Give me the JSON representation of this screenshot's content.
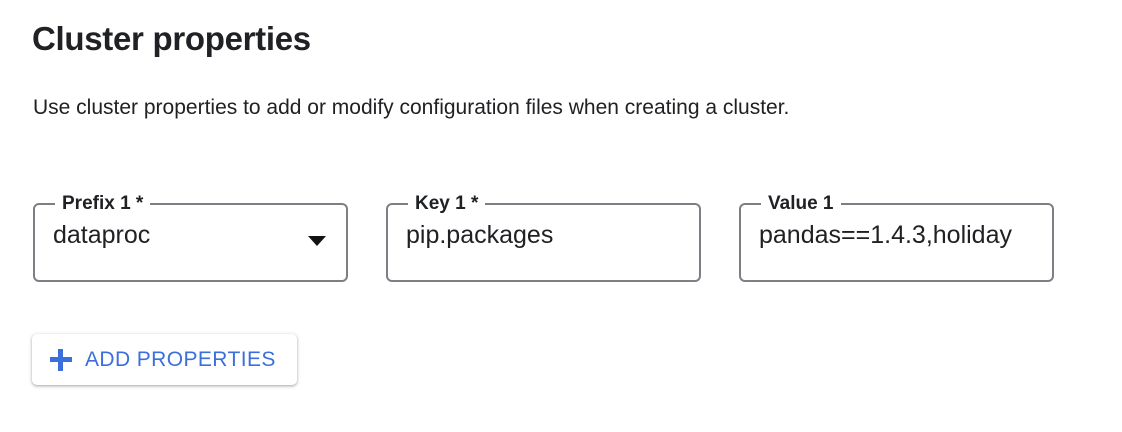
{
  "header": {
    "title": "Cluster properties",
    "description": "Use cluster properties to add or modify configuration files when creating a cluster."
  },
  "properties_row": {
    "prefix_field": {
      "label": "Prefix 1 *",
      "value": "dataproc",
      "icon": "chevron-down-icon"
    },
    "key_field": {
      "label": "Key 1 *",
      "value": "pip.packages"
    },
    "value_field": {
      "label": "Value 1",
      "value": "pandas==1.4.3,holiday"
    }
  },
  "actions": {
    "add_properties": {
      "label": "ADD PROPERTIES",
      "icon": "plus-icon"
    }
  },
  "colors": {
    "accent_blue": "#3b6fdb",
    "text_primary": "#202124",
    "field_border": "#7c8085",
    "background": "#ffffff"
  }
}
